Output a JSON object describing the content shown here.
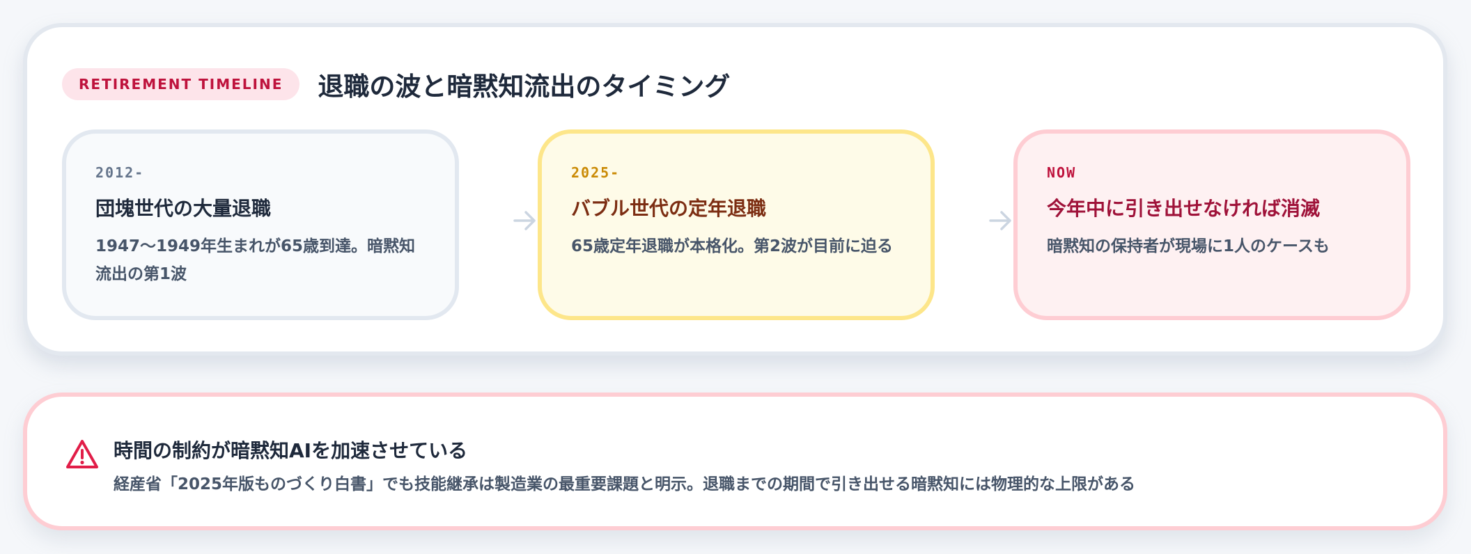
{
  "header": {
    "tag": "RETIREMENT TIMELINE",
    "title": "退職の波と暗黙知流出のタイミング"
  },
  "cards": [
    {
      "period": "2012-",
      "title": "団塊世代の大量退職",
      "description": "1947〜1949年生まれが65歳到達。暗黙知流出の第1波"
    },
    {
      "period": "2025-",
      "title": "バブル世代の定年退職",
      "description": "65歳定年退職が本格化。第2波が目前に迫る"
    },
    {
      "period": "NOW",
      "title": "今年中に引き出せなければ消滅",
      "description": "暗黙知の保持者が現場に1人のケースも"
    }
  ],
  "arrows": [
    "arrow-right-icon",
    "arrow-right-icon"
  ],
  "callout": {
    "icon": "warning-icon",
    "title": "時間の制約が暗黙知AIを加速させている",
    "text": "経産省「2025年版ものづくり白書」でも技能継承は製造業の最重要課題と明示。退職までの期間で引き出せる暗黙知には物理的な上限がある"
  },
  "colors": {
    "tag_background": "#fde4ea",
    "tag_text": "#be123c",
    "card1_border": "#e2e8f0",
    "card2_border": "#fde68a",
    "card2_background": "#fefbe8",
    "card3_border": "#fecdd3",
    "card3_background": "#fef1f2",
    "warning": "#e11d48"
  }
}
